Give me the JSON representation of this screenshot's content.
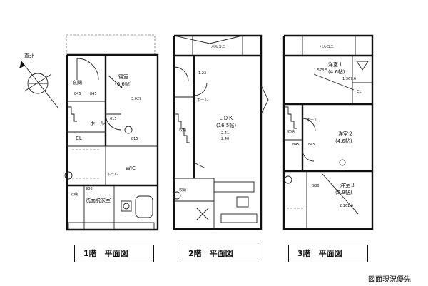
{
  "compass": {
    "label": "真北"
  },
  "floor1": {
    "caption": "1階　平面図",
    "rooms": {
      "entrance": "玄関",
      "bedroom": "寝室",
      "bedroom_size": "(6.6帖)",
      "hall": "ホール",
      "closet": "CL",
      "wic": "WIC",
      "washroom": "洗面脱衣室",
      "storage": "収納",
      "hall_small": "ホール"
    },
    "dims": [
      "845",
      "845",
      "615",
      "815",
      "3.029",
      "980"
    ]
  },
  "floor2": {
    "caption": "2階　平面図",
    "rooms": {
      "balcony": "バルコニー",
      "ldk": "ＬＤＫ",
      "ldk_size": "(16.5帖)",
      "storage": "収納",
      "storage2": "収納",
      "hall": "ホール"
    },
    "dims": [
      "1.23",
      "2.41",
      "2.40"
    ]
  },
  "floor3": {
    "caption": "3階　平面図",
    "rooms": {
      "balcony": "バルコニー",
      "western1": "洋室１",
      "western1_size": "(4.6帖)",
      "western2": "洋室２",
      "western2_size": "(4.6帖)",
      "western3": "洋室３",
      "western3_size": "(5.9帖)",
      "hall": "ホール",
      "storage": "収納",
      "cl": "CL"
    },
    "dims": [
      "1.367.6",
      "845",
      "845",
      "980",
      "2.161.6",
      "1.578.5"
    ]
  },
  "note": "図面現況優先"
}
